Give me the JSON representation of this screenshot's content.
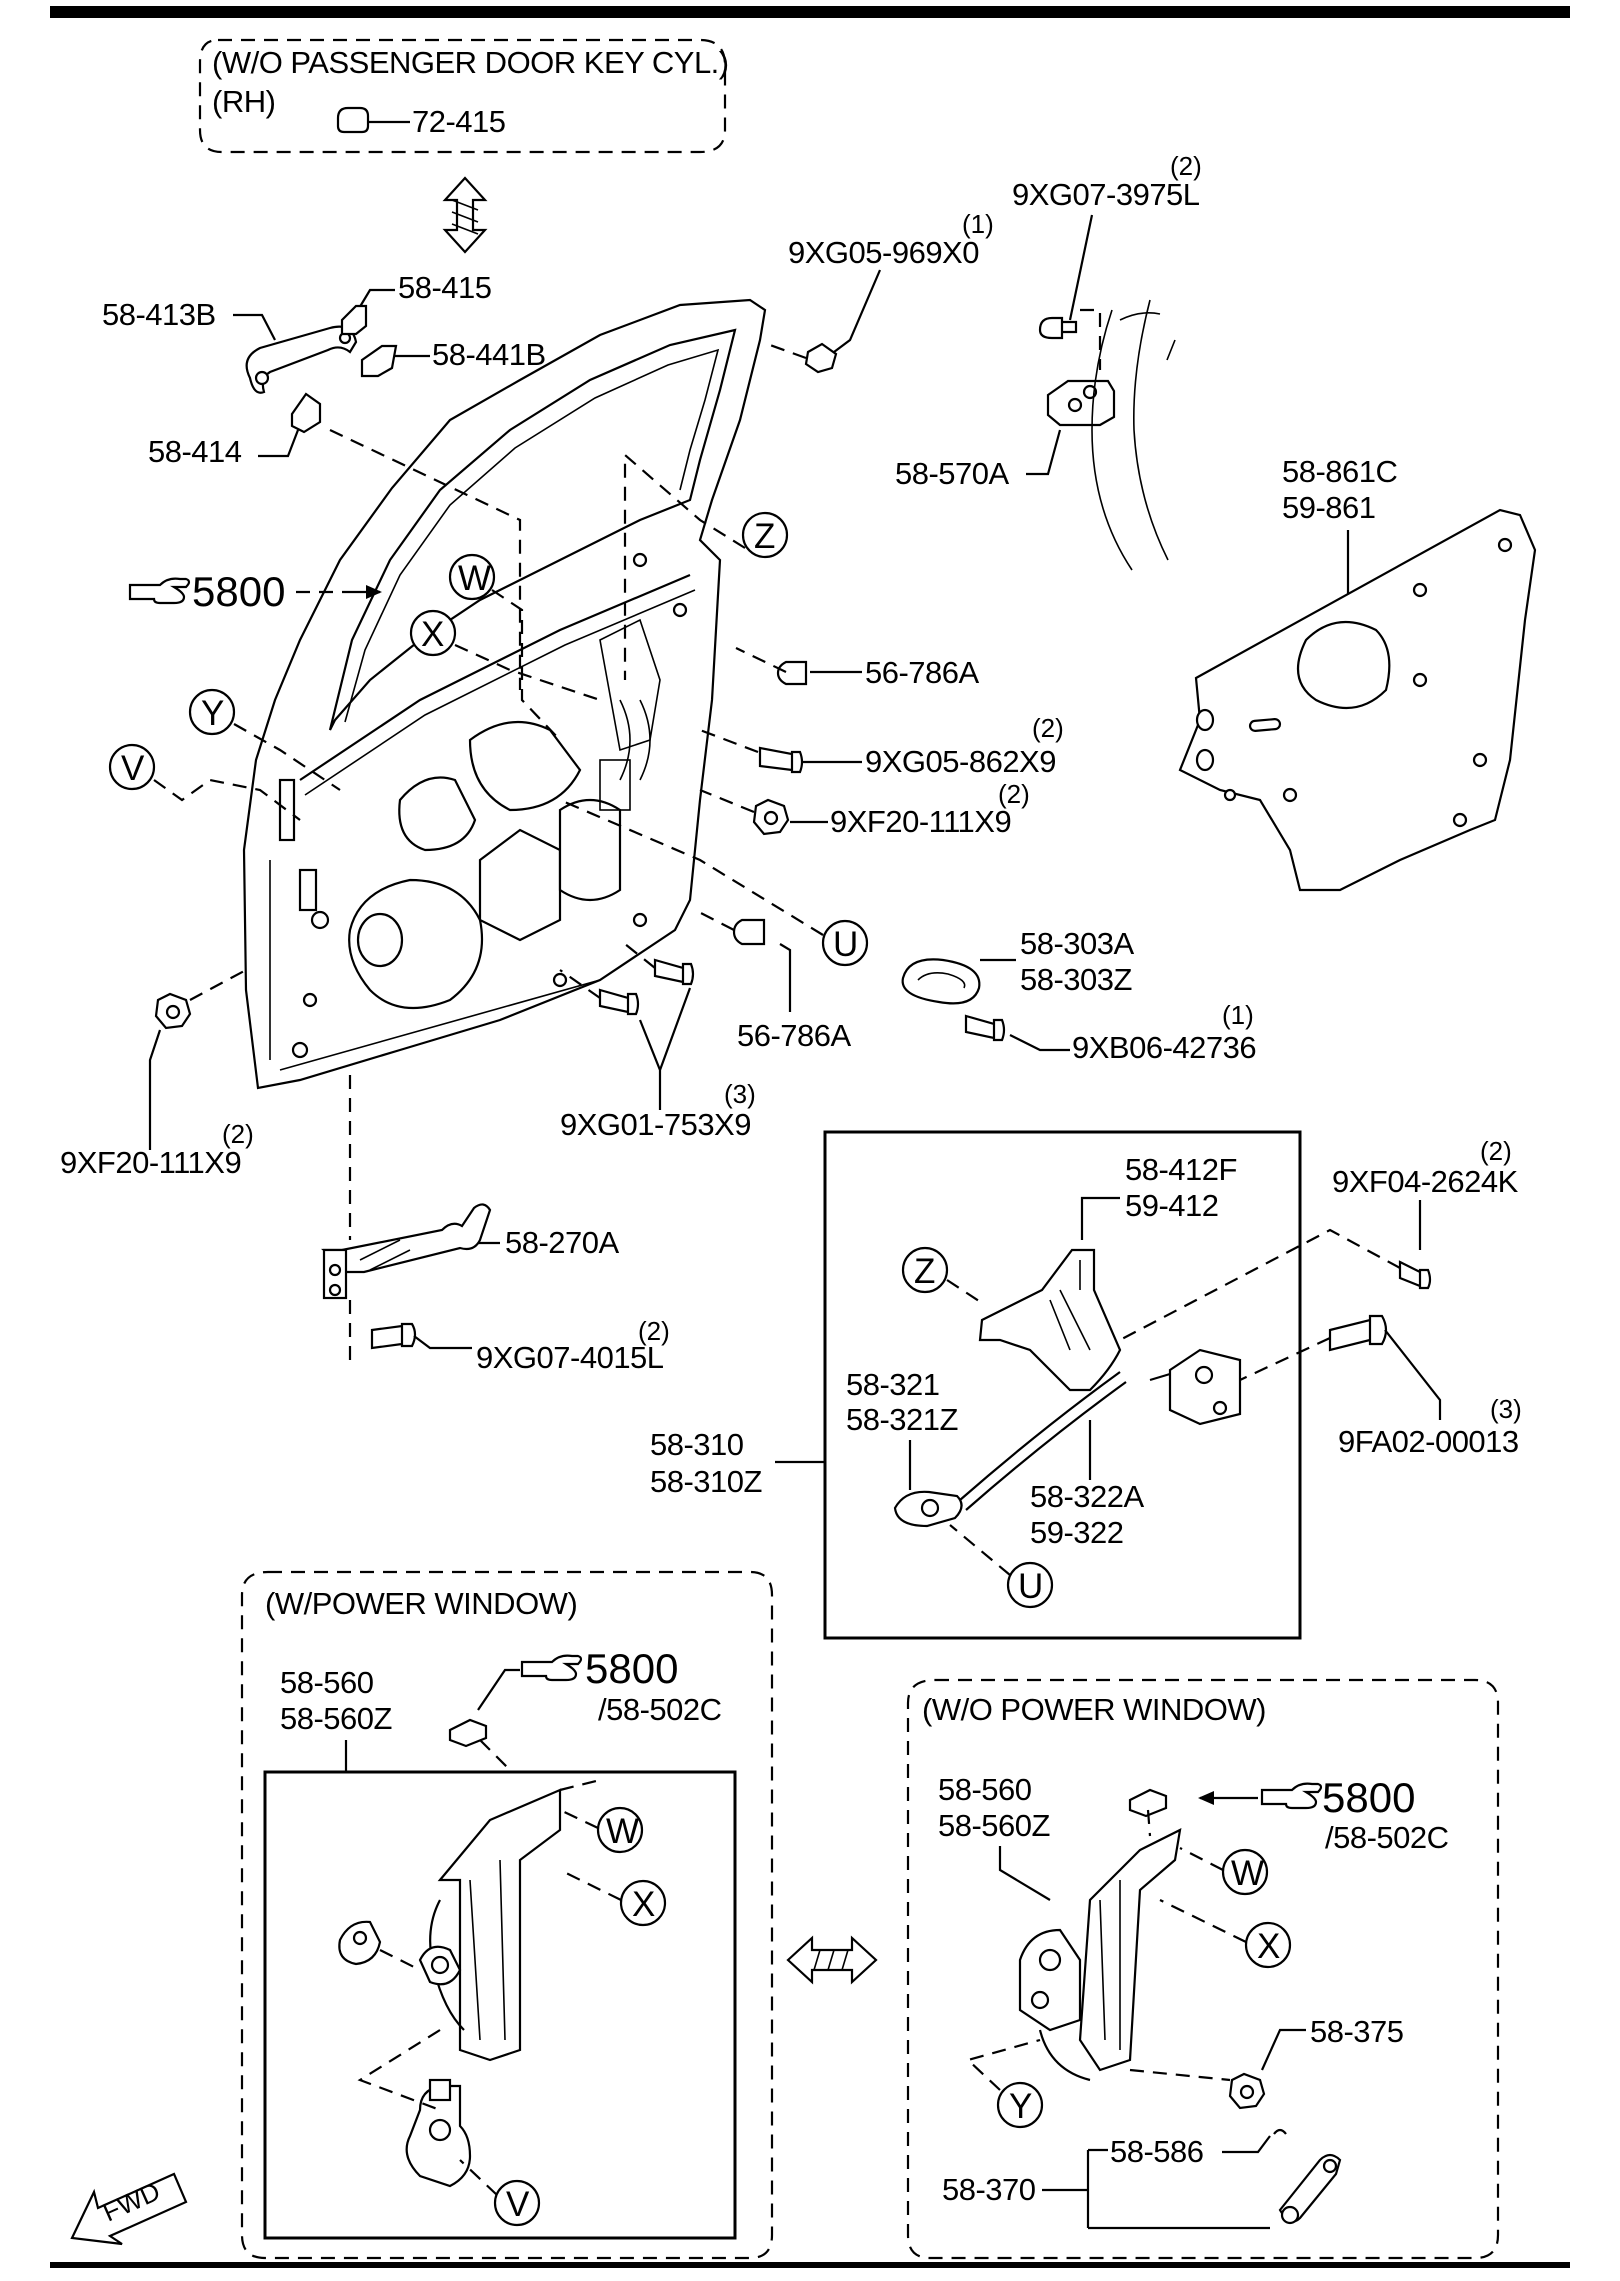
{
  "labels": {
    "wo_key_cyl": "(W/O PASSENGER DOOR KEY CYL.)",
    "rh": "(RH)",
    "p72_415": "72-415",
    "p58_413b": "58-413B",
    "p58_415": "58-415",
    "p58_441b": "58-441B",
    "p58_414": "58-414",
    "ref5800_main": "5800",
    "p9xg07_3975l": "9XG07-3975L",
    "q9xg07_3975l": "(2)",
    "p9xg05_969x0": "9XG05-969X0",
    "q9xg05_969x0": "(1)",
    "p58_570a": "58-570A",
    "p58_861c": "58-861C",
    "p59_861": "59-861",
    "p56_786a_top": "56-786A",
    "p9xg05_862x9": "9XG05-862X9",
    "q9xg05_862x9": "(2)",
    "p9xf20_111x9_right": "9XF20-111X9",
    "q9xf20_111x9_right": "(2)",
    "p58_303a": "58-303A",
    "p58_303z": "58-303Z",
    "p9xb06_42736": "9XB06-42736",
    "q9xb06_42736": "(1)",
    "p56_786a_bottom": "56-786A",
    "p9xg01_753x9": "9XG01-753X9",
    "q9xg01_753x9": "(3)",
    "p9xf20_111x9_left": "9XF20-111X9",
    "q9xf20_111x9_left": "(2)",
    "p58_270a": "58-270A",
    "p9xg07_4015l": "9XG07-4015L",
    "q9xg07_4015l": "(2)",
    "p58_412f": "58-412F",
    "p59_412": "59-412",
    "p9xf04_2624k": "9XF04-2624K",
    "q9xf04_2624k": "(2)",
    "p58_321": "58-321",
    "p58_321z": "58-321Z",
    "p58_310": "58-310",
    "p58_310z": "58-310Z",
    "p58_322a": "58-322A",
    "p59_322": "59-322",
    "p9fa02_00013": "9FA02-00013",
    "q9fa02_00013": "(3)",
    "w_power_window": "(W/POWER WINDOW)",
    "wo_power_window": "(W/O POWER WINDOW)",
    "pw_58_560": "58-560",
    "pw_58_560z": "58-560Z",
    "pw_ref5800": "5800",
    "pw_58_502c": "/58-502C",
    "npw_58_560": "58-560",
    "npw_58_560z": "58-560Z",
    "npw_ref5800": "5800",
    "npw_58_502c": "/58-502C",
    "p58_375": "58-375",
    "p58_586": "58-586",
    "p58_370": "58-370",
    "fwd": "FWD"
  },
  "callouts": {
    "z_top": "Z",
    "w_door": "W",
    "x_door": "X",
    "y_door": "Y",
    "v_door": "V",
    "u_door": "U",
    "z_box": "Z",
    "u_box": "U",
    "w_pw": "W",
    "x_pw": "X",
    "v_pw": "V",
    "w_npw": "W",
    "x_npw": "X",
    "y_npw": "Y"
  },
  "icons": {
    "reference": "pointing-hand-icon",
    "interchange": "double-arrow-icon",
    "direction": "fwd-arrow-icon"
  }
}
